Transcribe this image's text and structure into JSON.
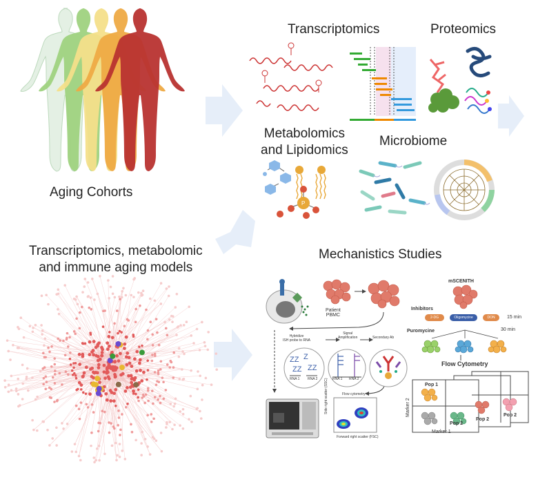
{
  "panels": {
    "cohorts": {
      "title": "Aging Cohorts"
    },
    "transcriptomics": {
      "title": "Transcriptomics"
    },
    "proteomics": {
      "title": "Proteomics"
    },
    "metabolomics": {
      "title": "Metabolomics\nand Lipidomics"
    },
    "microbiome": {
      "title": "Microbiome"
    },
    "models": {
      "title": "Transcriptomics, metabolomic\nand immune aging models"
    },
    "mechanistics": {
      "title": "Mechanistics Studies"
    }
  },
  "figure_colors": [
    "#e3f0e3",
    "#9fd27f",
    "#f4df8a",
    "#eeaa45",
    "#b83330"
  ],
  "mechanistics": {
    "patient_label": "Patient\nPBMC",
    "hybridize": "Hybridize\nISH probe to RNA",
    "signal": "Signal\nAmplification",
    "secondary": "Secondary Ab",
    "rna1": "RNA 1",
    "rna2": "RNA 2",
    "flow_plot_title": "Flow cytometry",
    "flow_xaxis": "Forward right scatter (FSC)",
    "flow_yaxis": "Side right scatter (SSC)",
    "mscenith": "mSCENITH",
    "inhibitors": "Inhibitors",
    "puromycine": "Puromycine",
    "drug_2dg": "2-DG",
    "drug_oligo": "Oligomycine",
    "drug_don": "DON",
    "time_15": "15 min",
    "time_30": "30 min",
    "flow_title": "Flow Cytometry",
    "marker1": "Marker 1",
    "marker2": "Marker 2",
    "pop1": "Pop 1",
    "pop2": "Pop 2"
  }
}
